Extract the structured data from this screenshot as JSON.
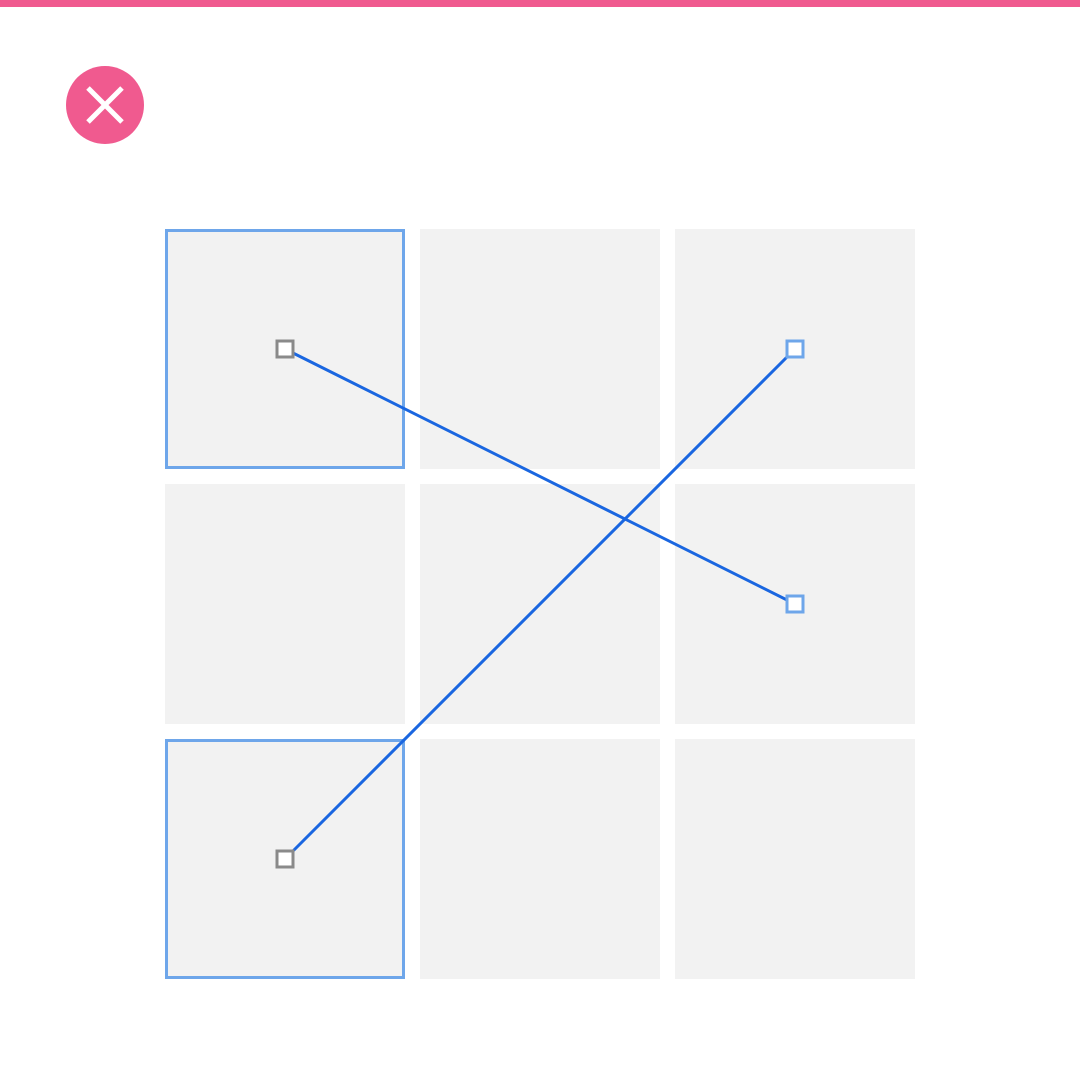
{
  "colors": {
    "accent": "#f05a8f",
    "cell_fill": "#f2f2f2",
    "cell_selected_border": "#6ea6ea",
    "link_line": "#1a66e0",
    "anchor_gray": "#8a8a8a",
    "anchor_blue": "#6ea6ea",
    "icon_white": "#ffffff"
  },
  "close_button": {
    "icon": "close-icon"
  },
  "grid": {
    "rows": 3,
    "cols": 3,
    "cells": [
      {
        "row": 0,
        "col": 0,
        "selected": true
      },
      {
        "row": 0,
        "col": 1,
        "selected": false
      },
      {
        "row": 0,
        "col": 2,
        "selected": false
      },
      {
        "row": 1,
        "col": 0,
        "selected": false
      },
      {
        "row": 1,
        "col": 1,
        "selected": false
      },
      {
        "row": 1,
        "col": 2,
        "selected": false
      },
      {
        "row": 2,
        "col": 0,
        "selected": true
      },
      {
        "row": 2,
        "col": 1,
        "selected": false
      },
      {
        "row": 2,
        "col": 2,
        "selected": false
      }
    ]
  },
  "connections": [
    {
      "from": {
        "row": 0,
        "col": 0
      },
      "to": {
        "row": 1,
        "col": 2
      }
    },
    {
      "from": {
        "row": 2,
        "col": 0
      },
      "to": {
        "row": 0,
        "col": 2
      }
    }
  ]
}
